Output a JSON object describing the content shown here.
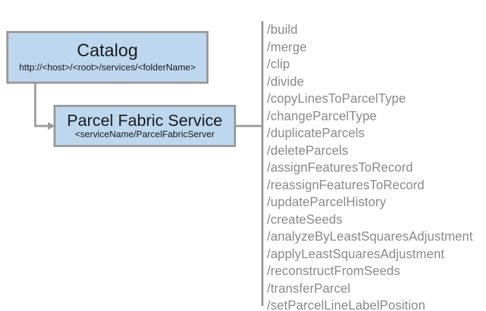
{
  "diagram": {
    "title": "Parcel Fabric Service REST endpoint diagram",
    "colors": {
      "box_fill": "#bdd7ee",
      "box_border": "#9a9a9a",
      "connector": "#9a9a9a",
      "list_text": "#8a8a8a",
      "box_text": "#1a1a1a",
      "background": "#ffffff"
    }
  },
  "nodes": [
    {
      "id": "catalog",
      "title": "Catalog",
      "subtitle": "http://<host>/<root>/services/<folderName>"
    },
    {
      "id": "parcel-fabric-service",
      "title": "Parcel Fabric Service",
      "subtitle": "<serviceName/ParcelFabricServer"
    }
  ],
  "operations": [
    "/build",
    "/merge",
    "/clip",
    "/divide",
    "/copyLinesToParcelType",
    "/changeParcelType",
    "/duplicateParcels",
    "/deleteParcels",
    "/assignFeaturesToRecord",
    "/reassignFeaturesToRecord",
    "/updateParcelHistory",
    "/createSeeds",
    "/analyzeByLeastSquaresAdjustment",
    "/applyLeastSquaresAdjustment",
    "/reconstructFromSeeds",
    "/transferParcel",
    "/setParcelLineLabelPosition"
  ]
}
